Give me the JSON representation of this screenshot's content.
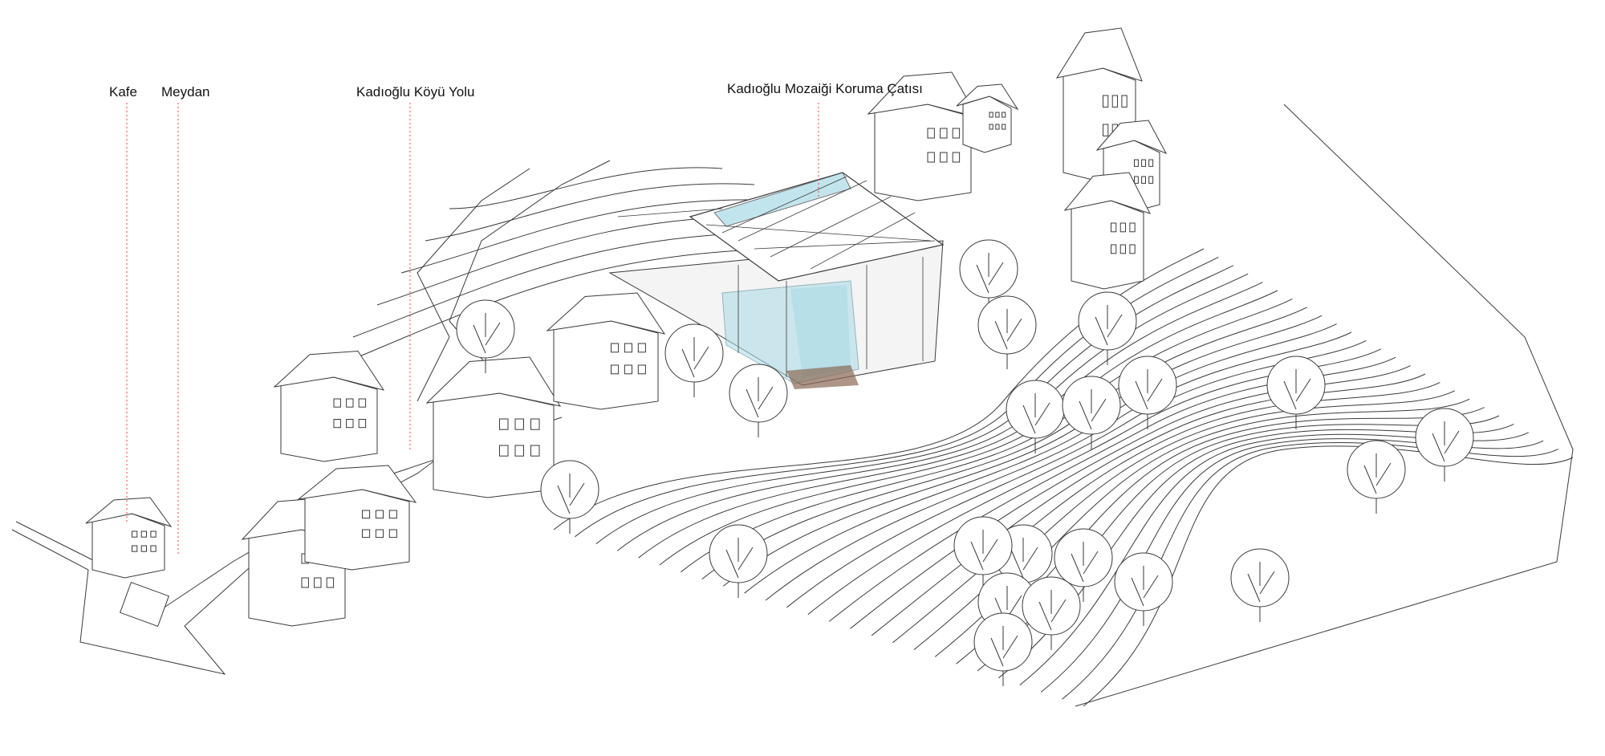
{
  "labels": {
    "kafe": "Kafe",
    "meydan": "Meydan",
    "road": "Kadıoğlu Köyü Yolu",
    "roof": "Kadıoğlu Mozaiği Koruma Çatısı"
  },
  "colors": {
    "leader_line": "#e0443c",
    "linework": "#3a3a3a",
    "glass": "#a9dbe6"
  }
}
